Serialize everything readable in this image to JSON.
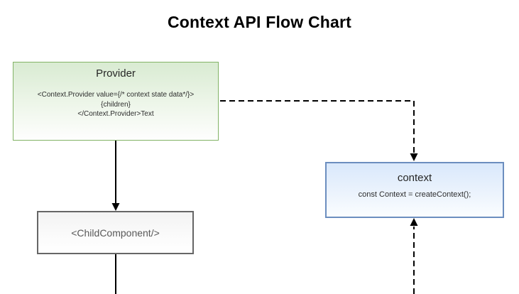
{
  "title": "Context API Flow Chart",
  "nodes": {
    "provider": {
      "title": "Provider",
      "lines": [
        "<Context.Provider value={/* context state data*/}>",
        "{children}",
        "</Context.Provider>Text"
      ]
    },
    "context": {
      "title": "context",
      "code": "const Context = createContext();"
    },
    "child": {
      "label": "<ChildComponent/>"
    }
  },
  "connectors": [
    {
      "name": "provider-to-childcomponent",
      "style": "solid-arrow"
    },
    {
      "name": "childcomponent-to-below",
      "style": "solid-line"
    },
    {
      "name": "provider-to-context",
      "style": "dashed-arrow"
    },
    {
      "name": "below-to-context",
      "style": "dashed-arrow"
    }
  ],
  "colors": {
    "provider_border": "#82b366",
    "provider_fill": "#d5e8d4",
    "context_border": "#6c8ebf",
    "context_fill": "#dae8fc",
    "child_border": "#666666",
    "child_fill": "#f5f5f5",
    "connector": "#000000",
    "title_text": "#000000",
    "child_text": "#595959"
  }
}
